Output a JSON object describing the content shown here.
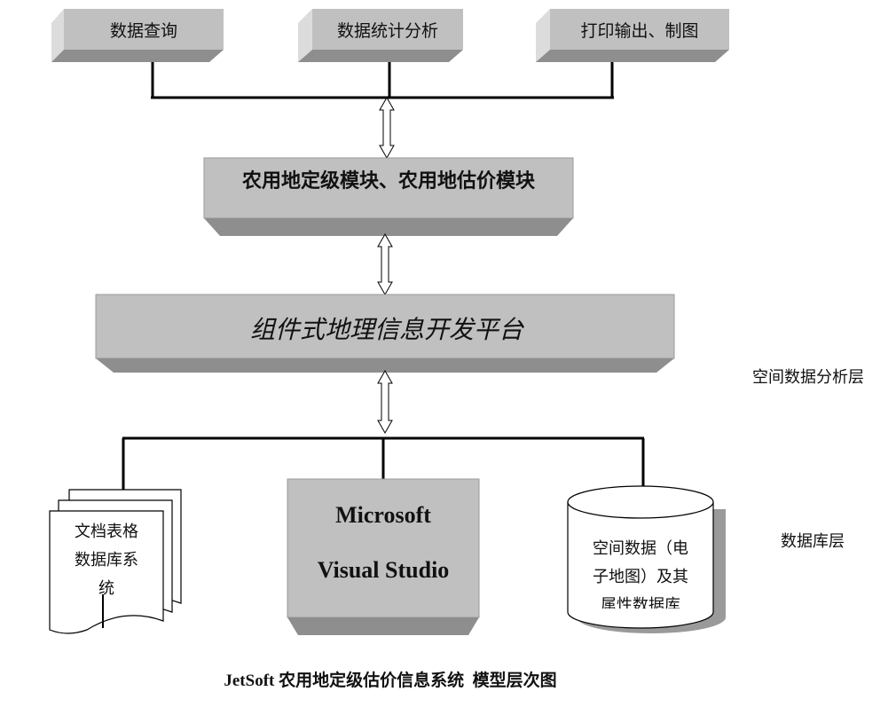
{
  "top_modules": [
    {
      "label": "数据查询"
    },
    {
      "label": "数据统计分析"
    },
    {
      "label": "打印输出、制图"
    }
  ],
  "middle_module": {
    "label": "农用地定级模块、农用地估价模块"
  },
  "platform": {
    "label": "组件式地理信息开发平台"
  },
  "side_labels": {
    "analysis_layer": "空间数据分析层",
    "database_layer": "数据库层"
  },
  "databases": {
    "documents": {
      "lines": [
        "文档表格",
        "数据库系",
        "统"
      ]
    },
    "visual_studio": {
      "lines": [
        "Microsoft",
        "Visual Studio"
      ]
    },
    "spatial": {
      "lines": [
        "空间数据（电",
        "子地图）及其",
        "属性数据库"
      ]
    }
  },
  "caption": "JetSoft 农用地定级估价信息系统  模型层次图",
  "colors": {
    "box_face": "#c0c0c0",
    "box_side": "#9a9a9a",
    "box_top": "#dcdcdc",
    "line": "#000000"
  }
}
